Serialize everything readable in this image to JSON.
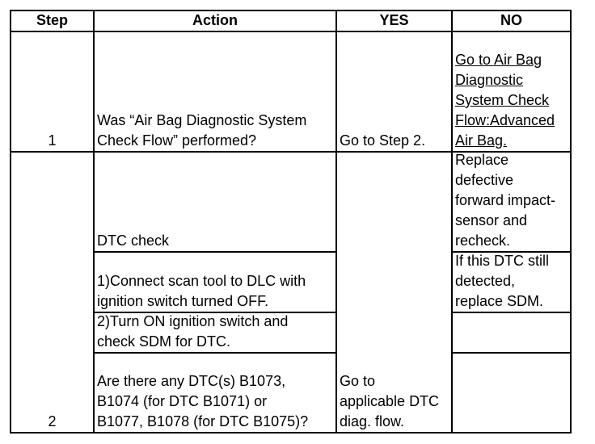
{
  "headers": {
    "step": "Step",
    "action": "Action",
    "yes": "YES",
    "no": "NO"
  },
  "row1": {
    "step": "1",
    "action": "Was “Air Bag Diagnostic System\nCheck Flow” performed?",
    "yes": "Go to Step 2.",
    "no": "Go to Air Bag \nDiagnostic \nSystem Check \nFlow:Advanced \nAir Bag."
  },
  "row2": {
    "step": "2",
    "action_title": "DTC check",
    "action_sub1": "1)Connect scan tool to DLC with\nignition switch turned OFF.",
    "action_sub2": "2)Turn ON ignition switch and\ncheck SDM for DTC.",
    "action_question": "Are there any DTC(s) B1073,\nB1074 (for DTC B1071) or\nB1077, B1078 (for DTC B1075)?",
    "yes": "Go to\napplicable DTC\ndiag. flow.",
    "no_1": "Replace\ndefective\nforward impact-\nsensor and\nrecheck.",
    "no_2": "If this DTC still\ndetected,\nreplace SDM."
  }
}
